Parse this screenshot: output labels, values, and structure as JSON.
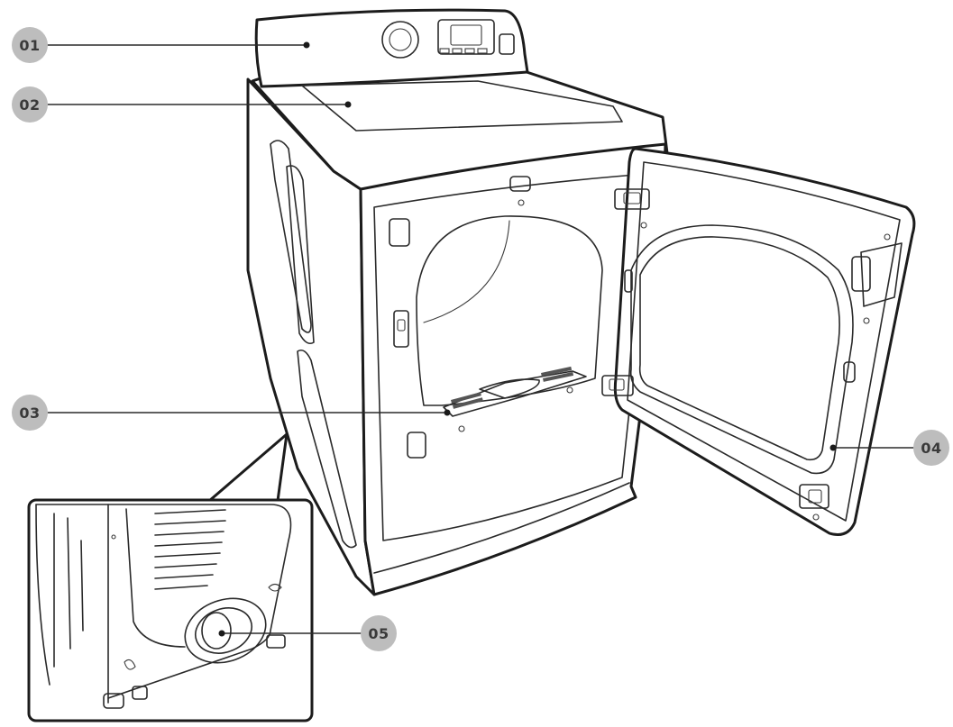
{
  "callouts": [
    {
      "id": "01",
      "label": "01"
    },
    {
      "id": "02",
      "label": "02"
    },
    {
      "id": "03",
      "label": "03"
    },
    {
      "id": "04",
      "label": "04"
    },
    {
      "id": "05",
      "label": "05"
    }
  ],
  "colors": {
    "badge": "#bdbdbd",
    "badge_text": "#3a3a3a",
    "line": "#2a2a2a"
  }
}
